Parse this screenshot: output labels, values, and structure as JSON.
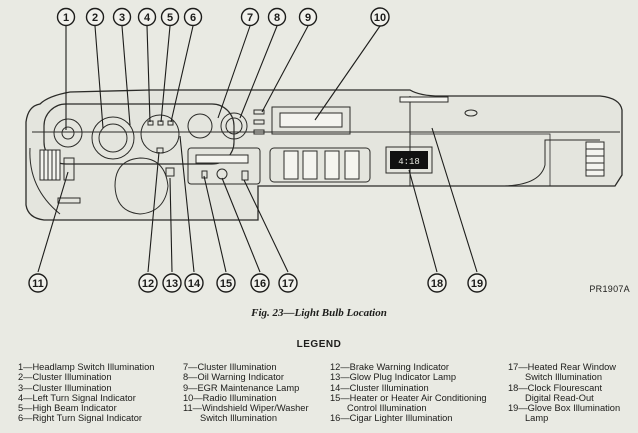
{
  "callouts": [
    "1",
    "2",
    "3",
    "4",
    "5",
    "6",
    "7",
    "8",
    "9",
    "10",
    "11",
    "12",
    "13",
    "14",
    "15",
    "16",
    "17",
    "18",
    "19"
  ],
  "clock_display": "4:18",
  "figure_code": "PR1907A",
  "caption": "Fig. 23—Light Bulb Location",
  "legend_title": "LEGEND",
  "legend": {
    "col1": [
      "1—Headlamp Switch Illumination",
      "2—Cluster Illumination",
      "3—Cluster Illumination",
      "4—Left Turn Signal Indicator",
      "5—High Beam Indicator",
      "6—Right Turn Signal Indicator"
    ],
    "col2": [
      "7—Cluster Illumination",
      "8—Oil Warning Indicator",
      "9—EGR Maintenance Lamp",
      "10—Radio Illumination",
      "11—Windshield Wiper/Washer",
      "Switch Illumination"
    ],
    "col3": [
      "12—Brake Warning Indicator",
      "13—Glow Plug Indicator Lamp",
      "14—Cluster Illumination",
      "15—Heater or Heater Air Conditioning",
      "Control Illumination",
      "16—Cigar Lighter Illumination"
    ],
    "col4": [
      "17—Heated Rear Window",
      "Switch Illumination",
      "18—Clock Flourescant",
      "Digital Read-Out",
      "19—Glove Box Illumination",
      "Lamp"
    ]
  }
}
